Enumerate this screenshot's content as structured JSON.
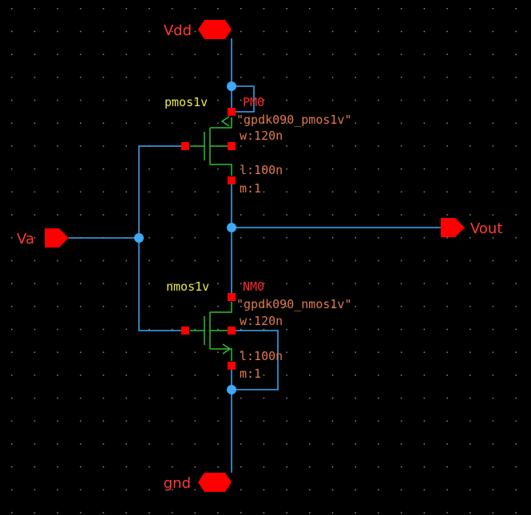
{
  "colors": {
    "background": "#000000",
    "grid_dot": "#8a8a8a",
    "wire": "#3fa9f5",
    "device": "#2fbf2f",
    "pin_fill": "#ff0000",
    "pin_text": "#ff3b2f",
    "instance_name": "#ff2a2a",
    "cell_name": "#e8e84a",
    "param_text": "#e07a4a"
  },
  "pins": {
    "vdd": {
      "label": "Vdd",
      "icon": "inout-pin-icon"
    },
    "gnd": {
      "label": "gnd",
      "icon": "inout-pin-icon"
    },
    "va": {
      "label": "Va",
      "icon": "input-pin-icon"
    },
    "vout": {
      "label": "Vout",
      "icon": "output-pin-icon"
    }
  },
  "instances": {
    "pmos": {
      "cell": "pmos1v",
      "name": "PM0",
      "model": "\"gpdk090_pmos1v\"",
      "width": "w:120n",
      "length": "l:100n",
      "multiplier": "m:1"
    },
    "nmos": {
      "cell": "nmos1v",
      "name": "NM0",
      "model": "\"gpdk090_nmos1v\"",
      "width": "w:120n",
      "length": "l:100n",
      "multiplier": "m:1"
    }
  }
}
